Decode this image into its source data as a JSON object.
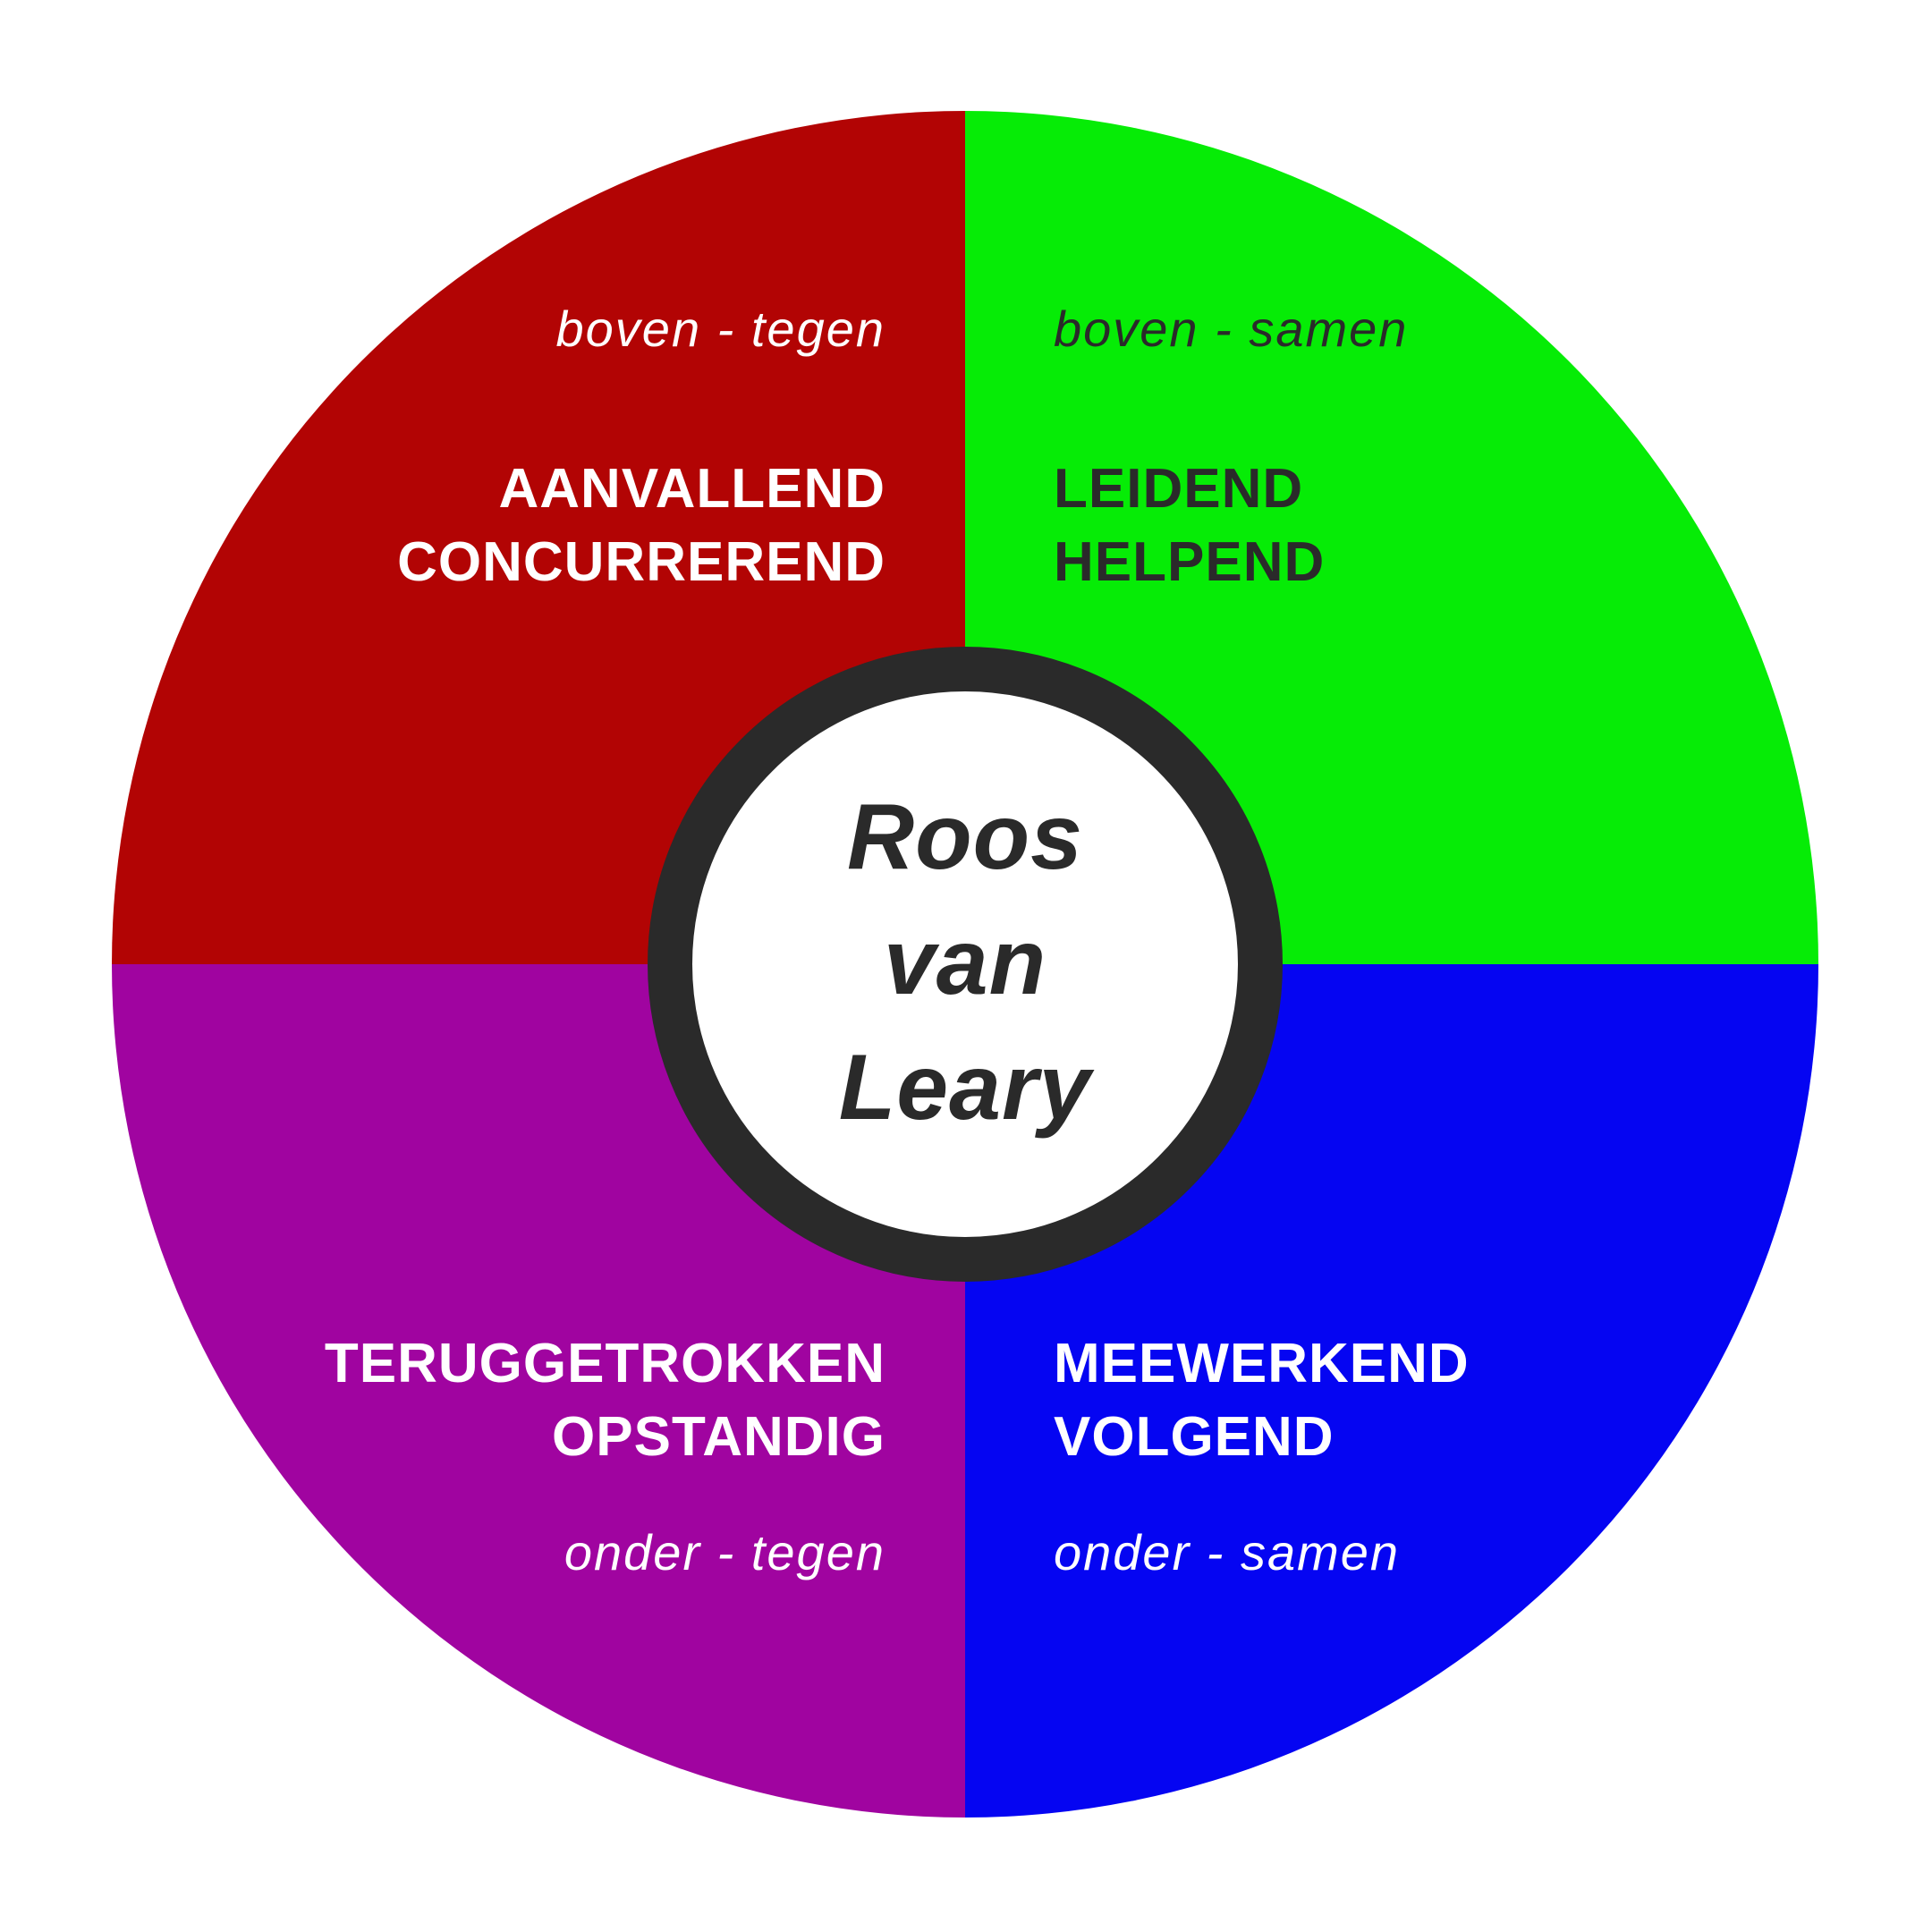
{
  "title": "Roos van Leary",
  "center": {
    "line1": "Roos",
    "line2": "van",
    "line3": "Leary"
  },
  "ring_color": "#2a2a2a",
  "background_color": "#ffffff",
  "quadrants": [
    {
      "position": "top-left",
      "color": "#B20404",
      "text_color": "#ffffff",
      "axis_label": "boven - tegen",
      "behaviors": [
        "AANVALLEND",
        "CONCURREREND"
      ]
    },
    {
      "position": "top-right",
      "color": "#06EC06",
      "text_color": "#2a2a2a",
      "axis_label": "boven - samen",
      "behaviors": [
        "LEIDEND",
        "HELPEND"
      ]
    },
    {
      "position": "bottom-left",
      "color": "#A004A0",
      "text_color": "#ffffff",
      "axis_label": "onder - tegen",
      "behaviors": [
        "TERUGGETROKKEN",
        "OPSTANDIG"
      ]
    },
    {
      "position": "bottom-right",
      "color": "#0505F2",
      "text_color": "#ffffff",
      "axis_label": "onder - samen",
      "behaviors": [
        "MEEWERKEND",
        "VOLGEND"
      ]
    }
  ]
}
